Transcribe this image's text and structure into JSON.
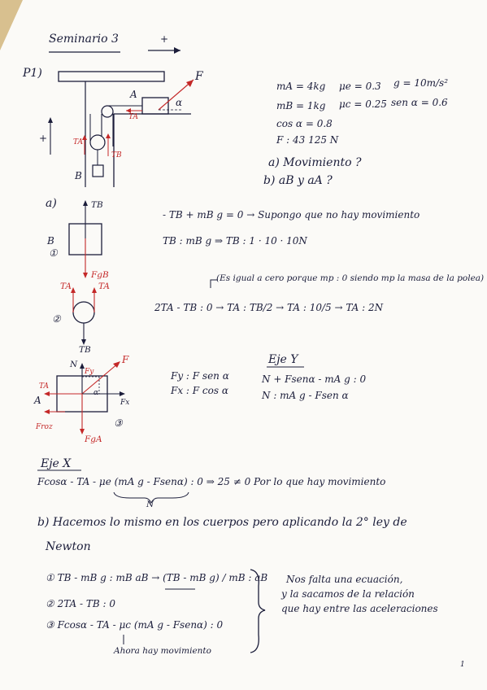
{
  "title": "Seminario 3",
  "positive_sign": "+",
  "problem_label": "P1)",
  "labels": {
    "F": "F",
    "alpha": "α",
    "A": "A",
    "B": "B",
    "TA": "TA",
    "TB": "TB",
    "plus": "+"
  },
  "data_values": {
    "ma": "mA = 4kg",
    "mu_e": "μe = 0.3",
    "g": "g = 10m/s²",
    "mb": "mB = 1kg",
    "mu_c": "μc = 0.25",
    "sin": "sen α = 0.6",
    "cos": "cos α = 0.8",
    "force": "F : 43 125 N"
  },
  "questions": {
    "a": "a) Movimiento ?",
    "b": "b) aB y aA ?"
  },
  "part_a": {
    "label": "a)",
    "block_b_label": "B",
    "block_b_num": "①",
    "eq1": "- TB + mB g = 0  →  Supongo que no hay movimiento",
    "eq2": "TB : mB g  ⇒  TB : 1 · 10 · 10N",
    "pulley_num": "②",
    "pulley_note": "(Es igual a cero porque mp : 0  siendo mp la masa de la polea)",
    "eq3": "2TA - TB : 0  →  TA : TB/2  →  TA : 10/5  →  TA : 2N",
    "block_a_num": "③",
    "fy": "Fy : F sen α",
    "fx": "Fx : F cos α",
    "eje_y_title": "Eje Y",
    "eje_y1": "N + Fsenα - mA g : 0",
    "eje_y2": "N : mA g - Fsen α",
    "fig_labels": {
      "N": "N",
      "Fy": "Fy",
      "Fx": "Fx",
      "Froz": "Froz",
      "FgA": "FgA",
      "FgB": "FgB"
    }
  },
  "eje_x": {
    "title": "Eje X",
    "eq": "Fcosα - TA - μe (mA g - Fsenα) : 0  ⇒  25 ≠ 0   Por lo que hay movimiento",
    "n_label": "N"
  },
  "part_b": {
    "line1": "b) Hacemos lo mismo en los cuerpos pero aplicando la 2° ley de",
    "line2": "Newton",
    "e1": "① TB - mB g : mB aB  →  (TB - mB g) / mB : aB",
    "e2": "② 2TA - TB : 0",
    "e3": "③ Fcosα - TA - μc (mA g - Fsenα) : 0",
    "note": "Ahora hay movimiento",
    "brace_1": "Nos falta una ecuación,",
    "brace_2": "y la sacamos de la relación",
    "brace_3": "que hay entre las aceleraciones"
  },
  "page_number": "1"
}
